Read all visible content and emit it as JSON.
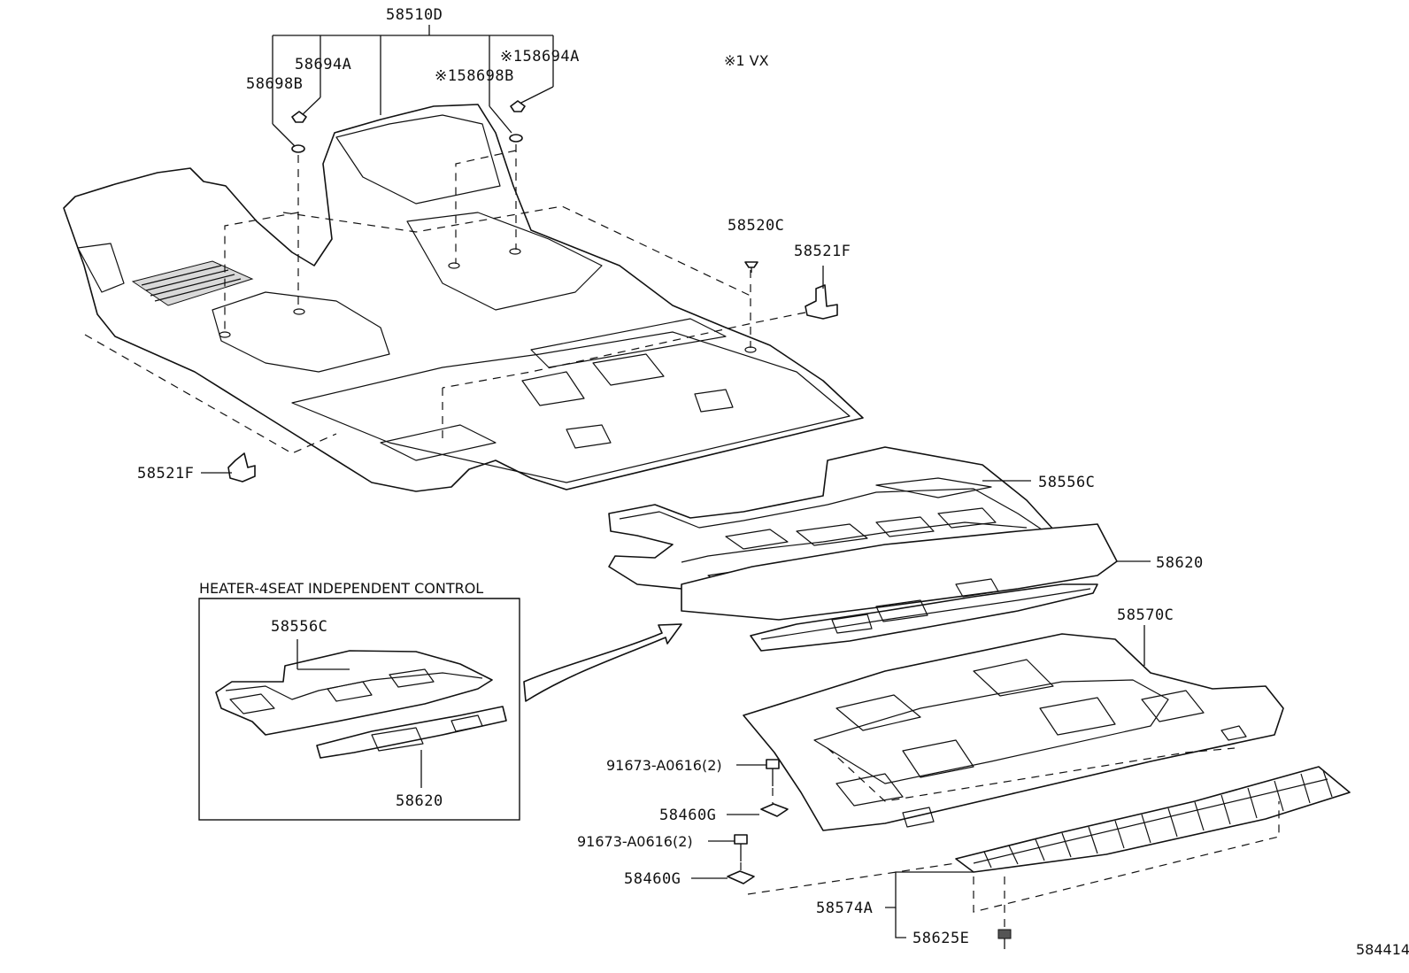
{
  "note": "※1 VX",
  "diagram_id": "584414",
  "inset": {
    "title": "HEATER-4SEAT INDEPENDENT CONTROL",
    "part_upper": "58556C",
    "part_lower": "58620"
  },
  "parts": {
    "front_carpet": "58510D",
    "clip_a_left": "58694A",
    "clip_b_left": "58698B",
    "clip_a_right": "※158694A",
    "clip_b_right": "※158698B",
    "clip_c": "58520C",
    "hook_right": "58521F",
    "hook_left": "58521F",
    "second_mat": "58556C",
    "heater_pad": "58620",
    "rear_carpet": "58570C",
    "bolt_upper": "91673-A0616(2)",
    "nut_upper": "58460G",
    "bolt_lower": "91673-A0616(2)",
    "nut_lower": "58460G",
    "scuff_plate": "58574A",
    "screw": "58625E"
  }
}
